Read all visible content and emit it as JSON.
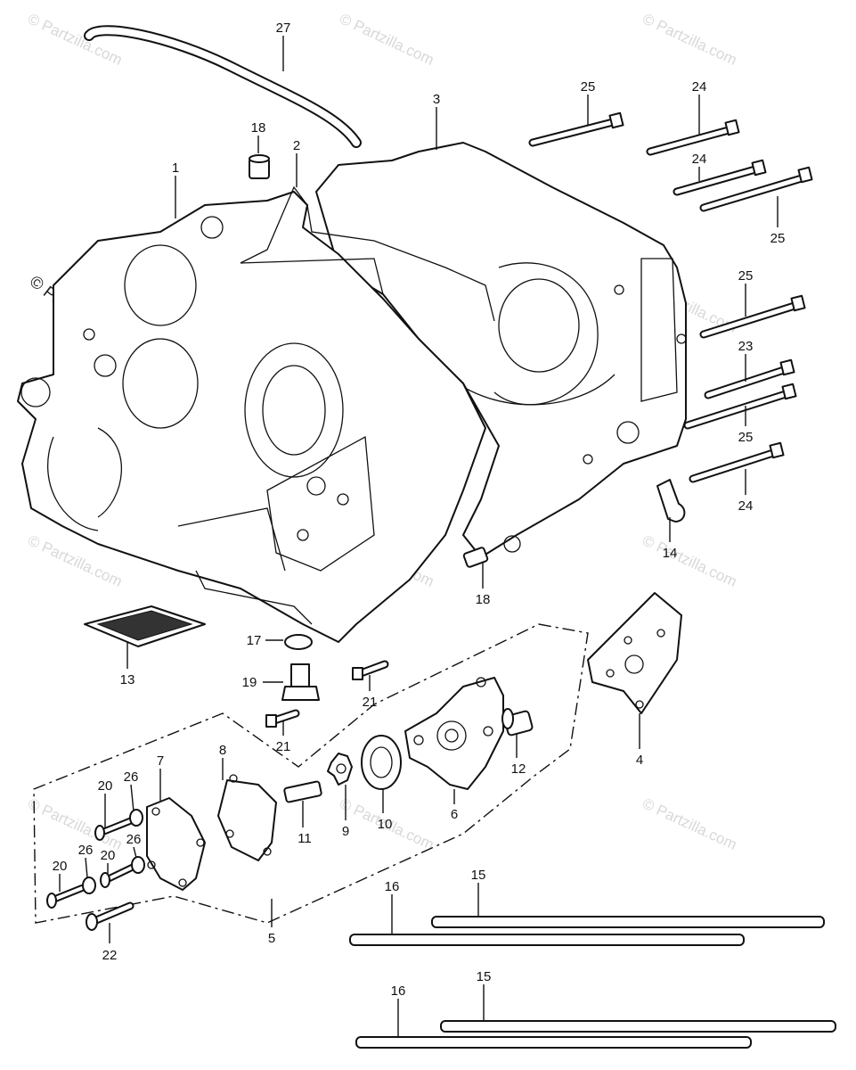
{
  "watermark": "© Partzilla.com",
  "callouts": [
    {
      "id": "c-27",
      "text": "27"
    },
    {
      "id": "c-18a",
      "text": "18"
    },
    {
      "id": "c-2",
      "text": "2"
    },
    {
      "id": "c-3",
      "text": "3"
    },
    {
      "id": "c-1",
      "text": "1"
    },
    {
      "id": "c-25a",
      "text": "25"
    },
    {
      "id": "c-24a",
      "text": "24"
    },
    {
      "id": "c-24b",
      "text": "24"
    },
    {
      "id": "c-25b",
      "text": "25"
    },
    {
      "id": "c-25c",
      "text": "25"
    },
    {
      "id": "c-23",
      "text": "23"
    },
    {
      "id": "c-25d",
      "text": "25"
    },
    {
      "id": "c-24c",
      "text": "24"
    },
    {
      "id": "c-14",
      "text": "14"
    },
    {
      "id": "c-18b",
      "text": "18"
    },
    {
      "id": "c-13",
      "text": "13"
    },
    {
      "id": "c-17",
      "text": "17"
    },
    {
      "id": "c-19",
      "text": "19"
    },
    {
      "id": "c-21a",
      "text": "21"
    },
    {
      "id": "c-21b",
      "text": "21"
    },
    {
      "id": "c-4",
      "text": "4"
    },
    {
      "id": "c-12",
      "text": "12"
    },
    {
      "id": "c-6",
      "text": "6"
    },
    {
      "id": "c-10",
      "text": "10"
    },
    {
      "id": "c-9",
      "text": "9"
    },
    {
      "id": "c-11",
      "text": "11"
    },
    {
      "id": "c-8",
      "text": "8"
    },
    {
      "id": "c-7",
      "text": "7"
    },
    {
      "id": "c-20a",
      "text": "20"
    },
    {
      "id": "c-26a",
      "text": "26"
    },
    {
      "id": "c-26b",
      "text": "26"
    },
    {
      "id": "c-20b",
      "text": "20"
    },
    {
      "id": "c-26c",
      "text": "26"
    },
    {
      "id": "c-20c",
      "text": "20"
    },
    {
      "id": "c-22",
      "text": "22"
    },
    {
      "id": "c-5",
      "text": "5"
    },
    {
      "id": "c-16a",
      "text": "16"
    },
    {
      "id": "c-15a",
      "text": "15"
    },
    {
      "id": "c-15b",
      "text": "15"
    },
    {
      "id": "c-16b",
      "text": "16"
    }
  ]
}
